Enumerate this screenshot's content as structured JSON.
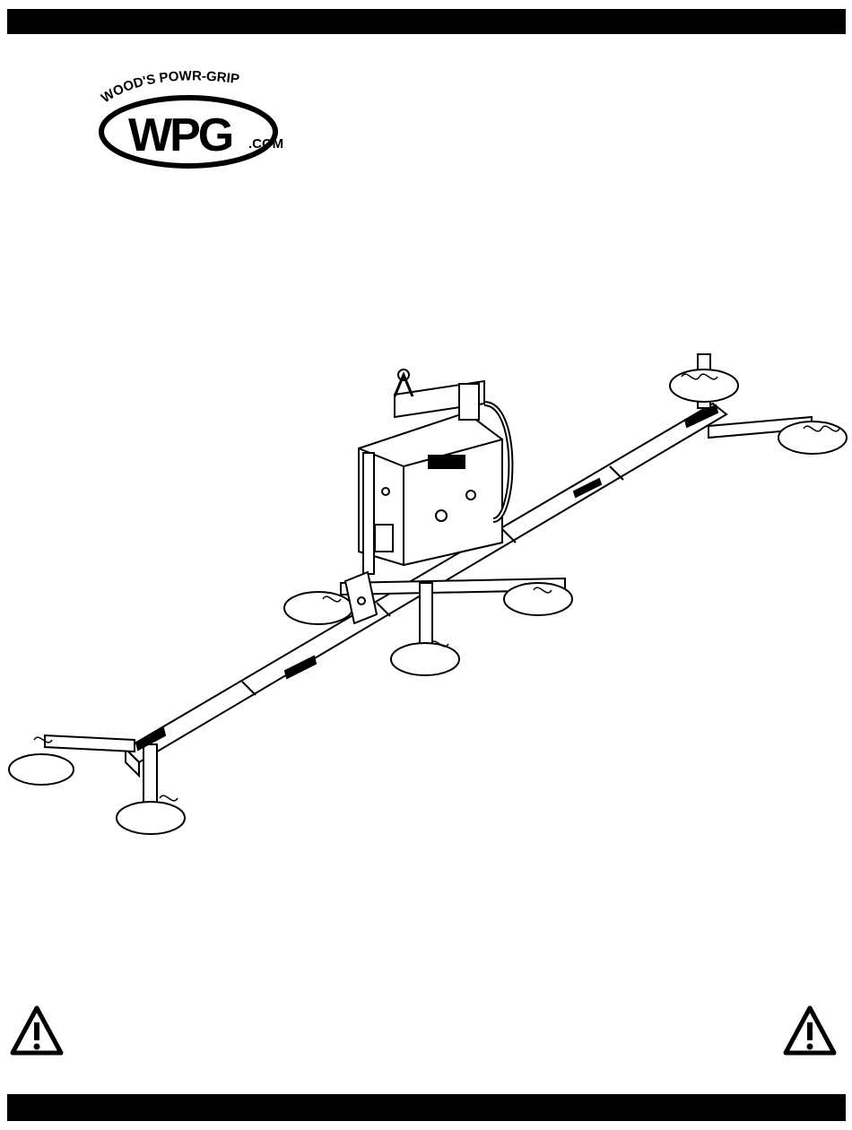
{
  "brand": {
    "arc_text": "WOOD'S POWR-GRIP",
    "logo_letters": "WPG",
    "domain": ".COM"
  },
  "icons": {
    "warning_left": "warning-triangle-icon",
    "warning_right": "warning-triangle-icon"
  },
  "colors": {
    "ink": "#000000",
    "paper": "#ffffff"
  }
}
